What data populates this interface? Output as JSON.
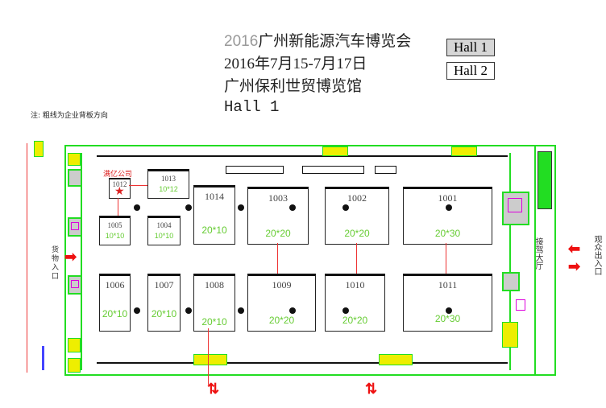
{
  "header": {
    "title_year": "2016",
    "title_name": "广州新能源汽车博览会",
    "dates": "2016年7月15-7月17日",
    "venue": "广州保利世贸博览馆",
    "hall": "Hall 1"
  },
  "hall_buttons": [
    {
      "label": "Hall 1",
      "selected": true
    },
    {
      "label": "Hall 2",
      "selected": false
    }
  ],
  "note": "注: 粗线为企业背板方向",
  "company_label": "满亿公司",
  "cargo_entrance": "货物入口",
  "lobby": "接驾大厅",
  "visitor_entrance": "观众出入口",
  "booths": [
    {
      "id": "1012",
      "size": ""
    },
    {
      "id": "1013",
      "size": "10*12"
    },
    {
      "id": "1005",
      "size": "10*10"
    },
    {
      "id": "1004",
      "size": "10*10"
    },
    {
      "id": "1014",
      "size": "20*10"
    },
    {
      "id": "1003",
      "size": "20*20"
    },
    {
      "id": "1002",
      "size": "20*20"
    },
    {
      "id": "1001",
      "size": "20*30"
    },
    {
      "id": "1006",
      "size": "20*10"
    },
    {
      "id": "1007",
      "size": "20*10"
    },
    {
      "id": "1008",
      "size": "20*10"
    },
    {
      "id": "1009",
      "size": "20*20"
    },
    {
      "id": "1010",
      "size": "20*20"
    },
    {
      "id": "1011",
      "size": "20*30"
    }
  ],
  "colors": {
    "accent_green": "#22dd22",
    "marker_red": "#ee1111",
    "size_green": "#66cc33"
  }
}
